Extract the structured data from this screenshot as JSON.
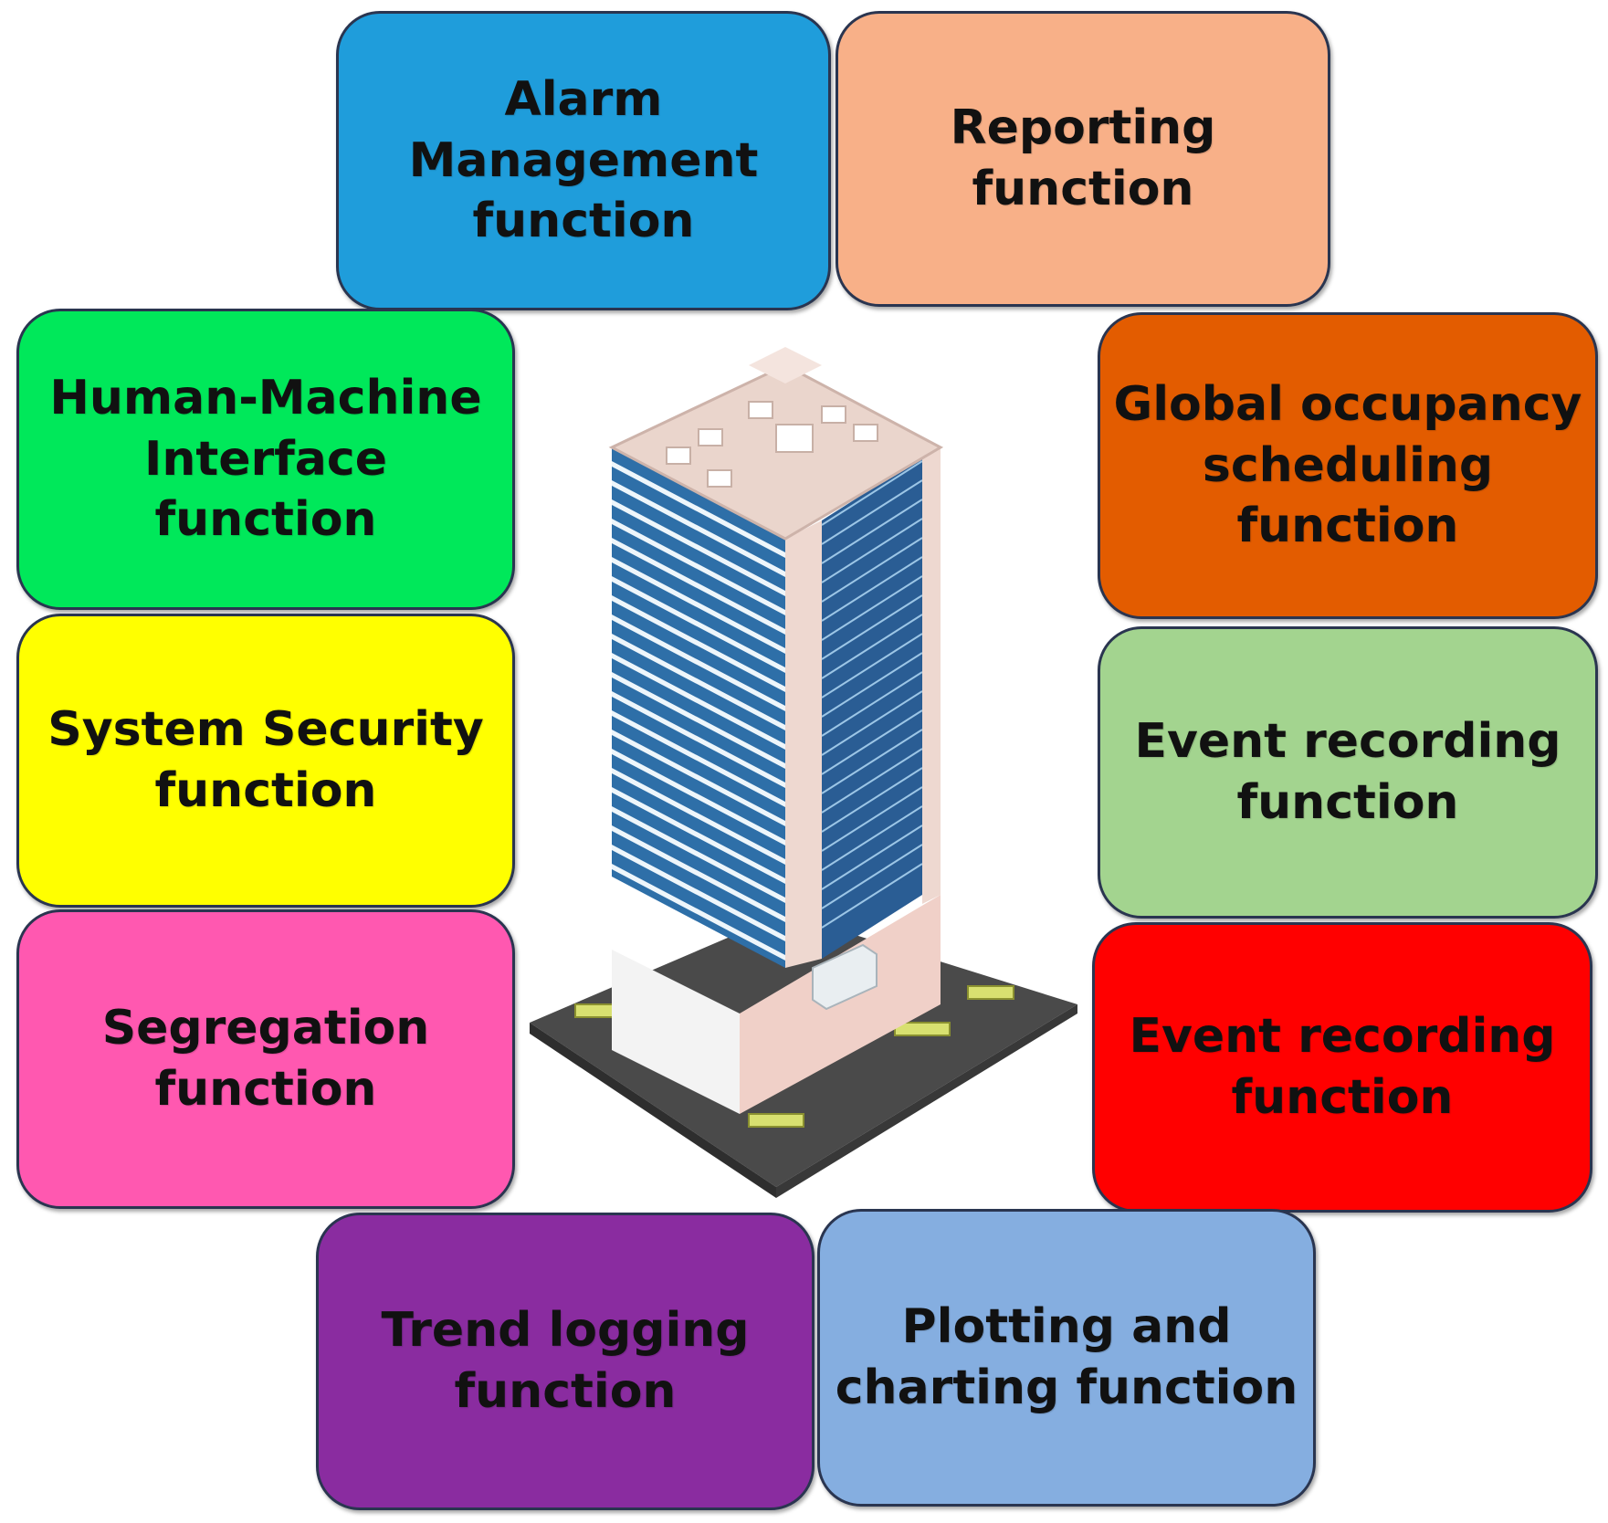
{
  "functions": [
    {
      "key": "alarm",
      "label": "Alarm\nManagement\nfunction",
      "color": "#1f9ddb"
    },
    {
      "key": "report",
      "label": "Reporting\nfunction",
      "color": "#f8b088"
    },
    {
      "key": "hmi",
      "label": "Human-Machine\nInterface\nfunction",
      "color": "#00e85a"
    },
    {
      "key": "global",
      "label": "Global occupancy\nscheduling\nfunction",
      "color": "#e35c00"
    },
    {
      "key": "sec",
      "label": "System Security\nfunction",
      "color": "#ffff00"
    },
    {
      "key": "event1",
      "label": "Event recording\nfunction",
      "color": "#a3d48f"
    },
    {
      "key": "seg",
      "label": "Segregation\nfunction",
      "color": "#ff58b0"
    },
    {
      "key": "event2",
      "label": "Event recording\nfunction",
      "color": "#ff0000"
    },
    {
      "key": "trend",
      "label": "Trend logging\nfunction",
      "color": "#8a2ca0"
    },
    {
      "key": "plot",
      "label": "Plotting and\ncharting function",
      "color": "#85aee0"
    }
  ],
  "building": {
    "name": "office-tower",
    "roof_color": "#ead5cc",
    "glass_color": "#2e6fa8",
    "stripe_color": "#eef6fb",
    "base_color": "#f0d0c8",
    "ground_color": "#4a4a4a"
  }
}
